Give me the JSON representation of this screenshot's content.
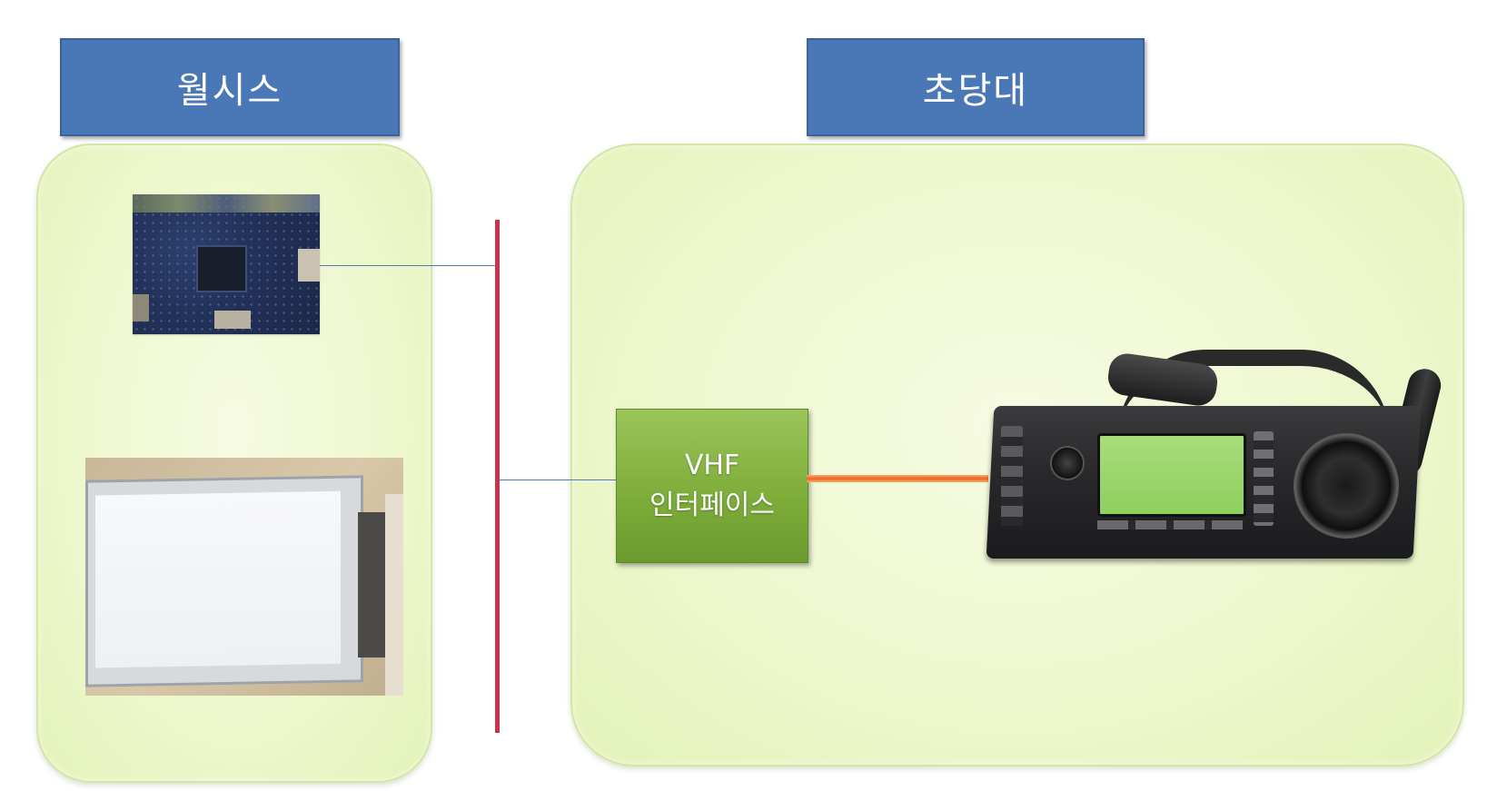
{
  "headers": {
    "left": "월시스",
    "right": "초당대"
  },
  "interface_box": {
    "line1": "VHF",
    "line2": "인터페이스"
  },
  "colors": {
    "header_fill": "#4a78b6",
    "panel_fill": "#eef8cf",
    "bus_line": "#c8344c",
    "wire": "#4c7db8",
    "interface_fill": "#7fae3c",
    "rf_link": "#ee5f2e"
  },
  "images": {
    "left_top": "embedded-board-photo",
    "left_bottom": "lcd-panel-photo",
    "right": "vhf-radio-transceiver-photo"
  }
}
